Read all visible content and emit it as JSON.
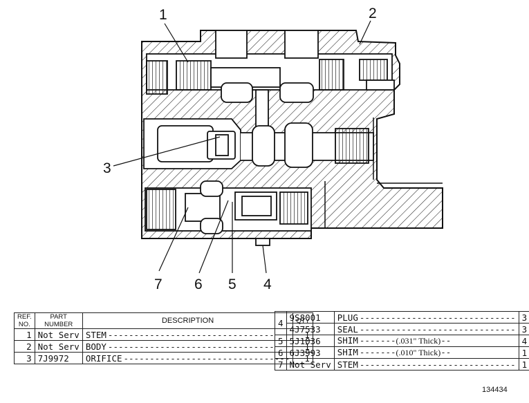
{
  "callouts": [
    "1",
    "2",
    "3",
    "7",
    "6",
    "5",
    "4"
  ],
  "table_left": {
    "headers": {
      "ref": "REF. NO.",
      "part": "PART NUMBER",
      "desc": "DESCRIPTION",
      "qty": "QTY"
    },
    "rows": [
      {
        "ref": "1",
        "part": "Not Serv",
        "desc": "STEM",
        "note": "",
        "qty": "1"
      },
      {
        "ref": "2",
        "part": "Not Serv",
        "desc": "BODY",
        "note": "",
        "qty": "1"
      },
      {
        "ref": "3",
        "part": "7J9972",
        "desc": "ORIFICE",
        "note": "",
        "qty": "1"
      }
    ]
  },
  "table_right": {
    "group_ref": "4",
    "rows": [
      {
        "ref": "",
        "part": "9S8001",
        "desc": "PLUG",
        "note": "",
        "qty": "3"
      },
      {
        "ref": "",
        "part": "4J7533",
        "desc": "SEAL",
        "note": "",
        "qty": "3"
      },
      {
        "ref": "5",
        "part": "5J1036",
        "desc": "SHIM",
        "note": "(.031\" Thick)",
        "qty": "4"
      },
      {
        "ref": "6",
        "part": "6J3993",
        "desc": "SHIM",
        "note": "(.010\" Thick)",
        "qty": "1"
      },
      {
        "ref": "7",
        "part": "Not Serv",
        "desc": "STEM",
        "note": "",
        "qty": "1"
      }
    ]
  },
  "drawing_number": "134434"
}
